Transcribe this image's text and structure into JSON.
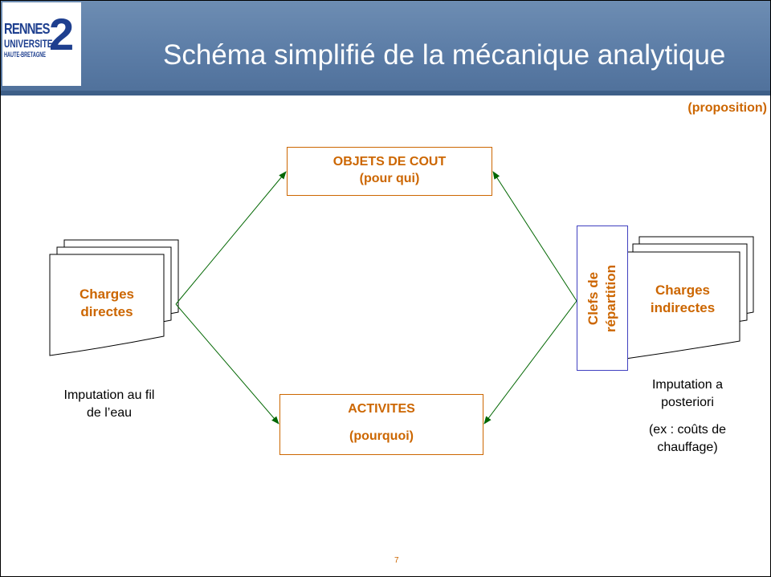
{
  "header": {
    "logo": {
      "line1": "RENNES",
      "line2": "UNIVERSITE",
      "line3": "HAUTE-BRETAGNE",
      "number": "2"
    },
    "title": "Schéma simplifié de la mécanique analytique"
  },
  "subtitle": "(proposition)",
  "boxes": {
    "objets": {
      "line1": "OBJETS DE COUT",
      "line2": "(pour qui)"
    },
    "activites": {
      "line1": "ACTIVITES",
      "line2": "(pourquoi)"
    }
  },
  "left_doc": {
    "line1": "Charges",
    "line2": "directes"
  },
  "right_doc": {
    "line1": "Charges",
    "line2": "indirectes"
  },
  "clefs": {
    "line1": "Clefs de",
    "line2": "répartition"
  },
  "captions": {
    "left": {
      "line1": "Imputation au fil",
      "line2": "de l’eau"
    },
    "right": {
      "line1": "Imputation a",
      "line2": "posteriori",
      "line3": "(ex : coûts de",
      "line4": "chauffage)"
    }
  },
  "page_number": "7",
  "colors": {
    "accent": "#cc6600",
    "arrow": "#006600",
    "header": "#5a7ba5",
    "clefs_border": "#4040c0"
  }
}
